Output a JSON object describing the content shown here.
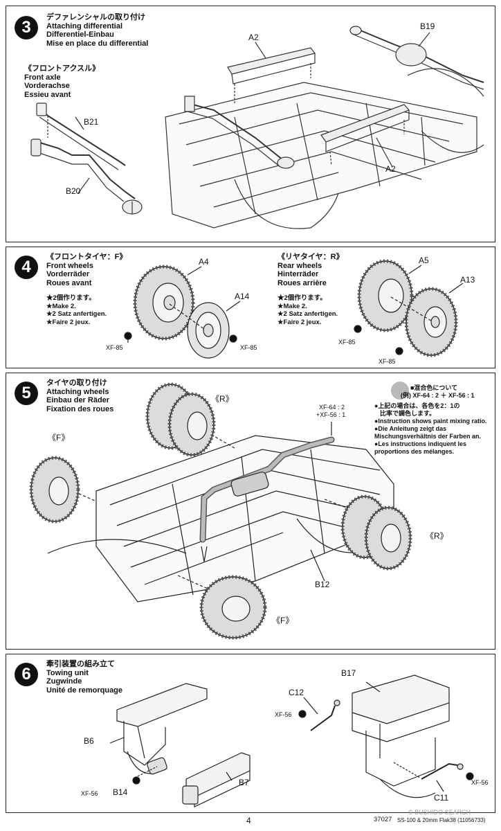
{
  "steps": {
    "s3": {
      "num": "3",
      "title_ja": "デファレンシャルの取り付け",
      "title_en": "Attaching differential",
      "title_de": "Differentiel-Einbau",
      "title_fr": "Mise en place du differential",
      "sub_ja": "《フロントアクスル》",
      "sub_en": "Front axle",
      "sub_de": "Vorderachse",
      "sub_fr": "Essieu avant",
      "parts": {
        "b21": "B21",
        "b20": "B20",
        "a2_top": "A2",
        "a2_bottom": "A2",
        "b19": "B19"
      }
    },
    "s4": {
      "num": "4",
      "front_ja": "《フロントタイヤ：F》",
      "front_en": "Front wheels",
      "front_de": "Vorderräder",
      "front_fr": "Roues avant",
      "front_note_ja": "★2個作ります。",
      "front_note_en": "★Make 2.",
      "front_note_de": "★2 Satz anfertigen.",
      "front_note_fr": "★Faire 2 jeux.",
      "rear_ja": "《リヤタイヤ：R》",
      "rear_en": "Rear wheels",
      "rear_de": "Hinterräder",
      "rear_fr": "Roues arrière",
      "rear_note_ja": "★2個作ります。",
      "rear_note_en": "★Make 2.",
      "rear_note_de": "★2 Satz anfertigen.",
      "rear_note_fr": "★Faire 2 jeux.",
      "parts": {
        "a4": "A4",
        "a14": "A14",
        "a5": "A5",
        "a13": "A13"
      },
      "paint": {
        "xf85_a": "XF-85",
        "xf85_b": "XF-85",
        "xf85_c": "XF-85",
        "xf85_d": "XF-85"
      }
    },
    "s5": {
      "num": "5",
      "title_ja": "タイヤの取り付け",
      "title_en": "Attaching wheels",
      "title_de": "Einbau der Räder",
      "title_fr": "Fixation des roues",
      "tag_r_top": "《R》",
      "tag_f_left": "《F》",
      "tag_r_right": "《R》",
      "tag_f_bottom": "《F》",
      "mix_line1": "XF-64 : 2",
      "mix_line2": "+XF-56 : 1",
      "part_b12": "B12",
      "paint_head1": "■混合色について",
      "paint_head2": "(例) XF-64 : 2 ＋ XF-56 : 1",
      "paint_ja1": "●上記の場合は、各色を2：1の",
      "paint_ja2": "比率で調色します。",
      "paint_en": "●Instruction shows paint mixing ratio.",
      "paint_de": "●Die Anleitung zeigt das Mischungsverhältnis der Farben an.",
      "paint_fr": "●Les instructions indiquent les proportions des mélanges."
    },
    "s6": {
      "num": "6",
      "title_ja": "牽引装置の組み立て",
      "title_en": "Towing unit",
      "title_de": "Zugwinde",
      "title_fr": "Unité de remorquage",
      "parts": {
        "b6": "B6",
        "b14": "B14",
        "b7": "B7",
        "b17": "B17",
        "c12": "C12",
        "c11": "C11"
      },
      "paint": {
        "xf56_a": "XF-56",
        "xf56_b": "XF-56",
        "xf56_c": "XF-56"
      }
    }
  },
  "footer": {
    "page": "4",
    "code": "37027",
    "model": "SS-100 & 20mm Flak38 (11056733)",
    "watermark": "© BUSHIDO SEARCH"
  }
}
